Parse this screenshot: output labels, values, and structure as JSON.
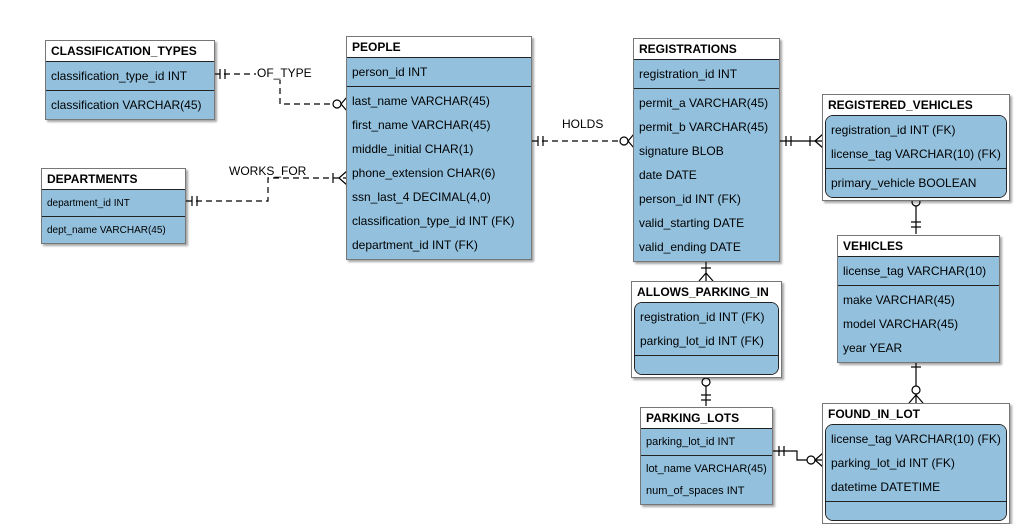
{
  "entities": {
    "classification_types": {
      "title": "CLASSIFICATION_TYPES",
      "sections": [
        [
          "classification_type_id INT"
        ],
        [
          "classification VARCHAR(45)"
        ]
      ]
    },
    "departments": {
      "title": "DEPARTMENTS",
      "sections": [
        [
          "department_id INT"
        ],
        [
          "dept_name VARCHAR(45)"
        ]
      ]
    },
    "people": {
      "title": "PEOPLE",
      "sections": [
        [
          "person_id INT"
        ],
        [
          "last_name VARCHAR(45)",
          "first_name VARCHAR(45)",
          "middle_initial CHAR(1)",
          "phone_extension CHAR(6)",
          "ssn_last_4 DECIMAL(4,0)",
          "classification_type_id INT (FK)",
          "department_id INT (FK)"
        ]
      ]
    },
    "registrations": {
      "title": "REGISTRATIONS",
      "sections": [
        [
          "registration_id INT"
        ],
        [
          "permit_a VARCHAR(45)",
          "permit_b VARCHAR(45)",
          "signature BLOB",
          "date DATE",
          "person_id INT (FK)",
          "valid_starting DATE",
          "valid_ending DATE"
        ]
      ]
    },
    "registered_vehicles": {
      "title": "REGISTERED_VEHICLES",
      "sections": [
        [
          "registration_id INT (FK)",
          "license_tag VARCHAR(10) (FK)"
        ],
        [
          "primary_vehicle BOOLEAN"
        ]
      ]
    },
    "vehicles": {
      "title": "VEHICLES",
      "sections": [
        [
          "license_tag VARCHAR(10)"
        ],
        [
          "make VARCHAR(45)",
          "model VARCHAR(45)",
          "year YEAR"
        ]
      ]
    },
    "allows_parking_in": {
      "title": "ALLOWS_PARKING_IN",
      "sections": [
        [
          "registration_id INT (FK)",
          "parking_lot_id INT (FK)"
        ],
        []
      ]
    },
    "parking_lots": {
      "title": "PARKING_LOTS",
      "sections": [
        [
          "parking_lot_id INT"
        ],
        [
          "lot_name VARCHAR(45)",
          "num_of_spaces INT"
        ]
      ]
    },
    "found_in_lot": {
      "title": "FOUND_IN_LOT",
      "sections": [
        [
          "license_tag VARCHAR(10) (FK)",
          "parking_lot_id INT (FK)",
          "datetime DATETIME"
        ],
        []
      ]
    }
  },
  "relationships": {
    "of_type": "OF_TYPE",
    "works_for": "WORKS_FOR",
    "holds": "HOLDS"
  }
}
